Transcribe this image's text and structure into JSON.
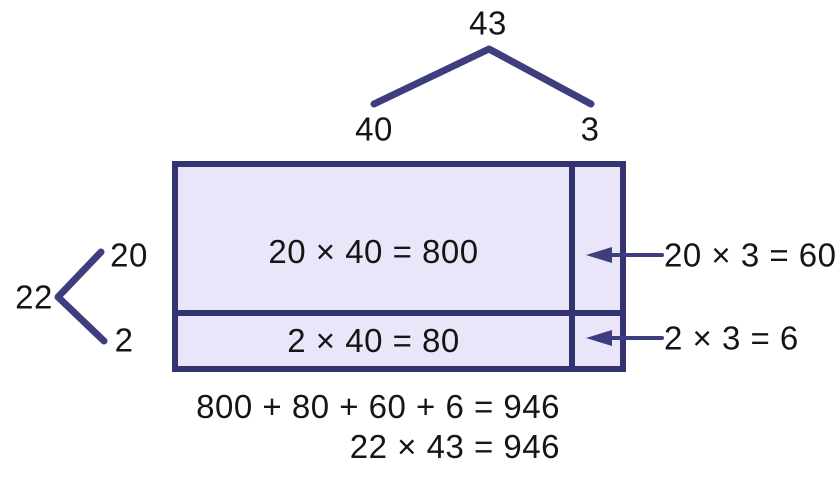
{
  "colors": {
    "background": "#ffffff",
    "rect_fill": "#ebe5fa",
    "rect_border": "#333370",
    "line": "#3e3d7e",
    "text": "#151515"
  },
  "factor_tree_top": {
    "value": "43",
    "part_left": "40",
    "part_right": "3"
  },
  "factor_tree_left": {
    "value": "22",
    "part_top": "20",
    "part_bottom": "2"
  },
  "area_model": {
    "cell_top_left": "20 × 40 = 800",
    "cell_bottom_left": "2 × 40 = 80",
    "callout_top_right": "20 × 3 = 60",
    "callout_bottom_right": "2 × 3 = 6"
  },
  "equations": {
    "sum": "800 + 80 + 60 + 6 = 946",
    "product": "22 × 43 = 946"
  }
}
